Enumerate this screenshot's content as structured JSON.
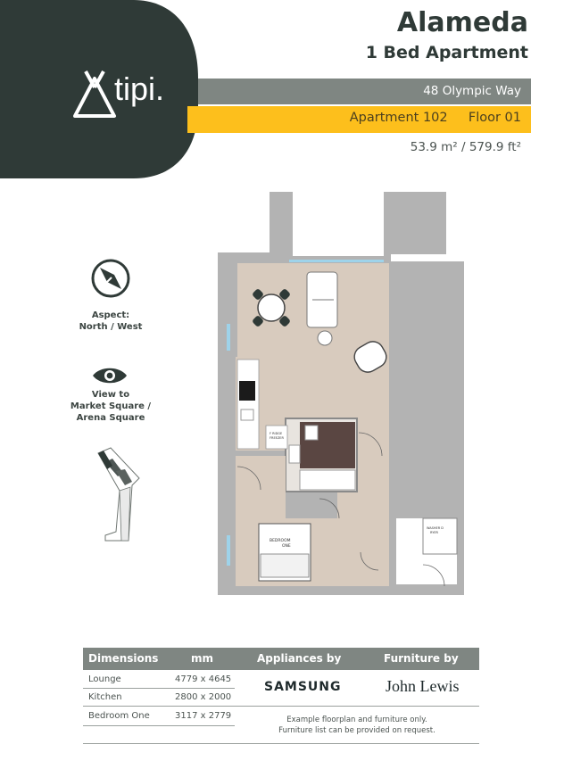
{
  "brand": {
    "name": "tipi."
  },
  "header": {
    "title": "Alameda",
    "subtitle": "1 Bed Apartment",
    "address": "48 Olympic Way",
    "apartment": "Apartment 102",
    "floor": "Floor 01",
    "area_sqm": "53.9 m²",
    "area_sep": "/",
    "area_sqft": "579.9  ft²"
  },
  "info": {
    "aspect_title": "Aspect:",
    "aspect_value": "North / West",
    "view_lines": [
      "View to",
      "Market Square /",
      "Arena Square"
    ]
  },
  "floorplan": {
    "labels": {
      "fridge": [
        "F RIDGE",
        "FREEZER"
      ],
      "bedroom": [
        "BEDROOM",
        "ONE"
      ],
      "store": [
        "WASHER D",
        "RYER"
      ]
    }
  },
  "table": {
    "headers": [
      "Dimensions",
      "mm",
      "Appliances by",
      "Furniture by"
    ],
    "rows": [
      {
        "room": "Lounge",
        "mm": "4779 x 4645"
      },
      {
        "room": "Kitchen",
        "mm": "2800 x 2000"
      },
      {
        "room": "Bedroom One",
        "mm": "3117 x 2779"
      }
    ],
    "appliances": "SAMSUNG",
    "furniture": "John Lewis",
    "note_lines": [
      "Example floorplan and furniture only.",
      "Furniture list can be provided on request."
    ]
  },
  "colors": {
    "brand_dark": "#2f3a37",
    "accent_yellow": "#fdbf1c",
    "bar_grey": "#7f8682",
    "floor_wood": "#d8cbbe",
    "wall_grey": "#b3b3b3"
  },
  "icons": [
    "compass-icon",
    "eye-icon",
    "site-plan-icon"
  ]
}
